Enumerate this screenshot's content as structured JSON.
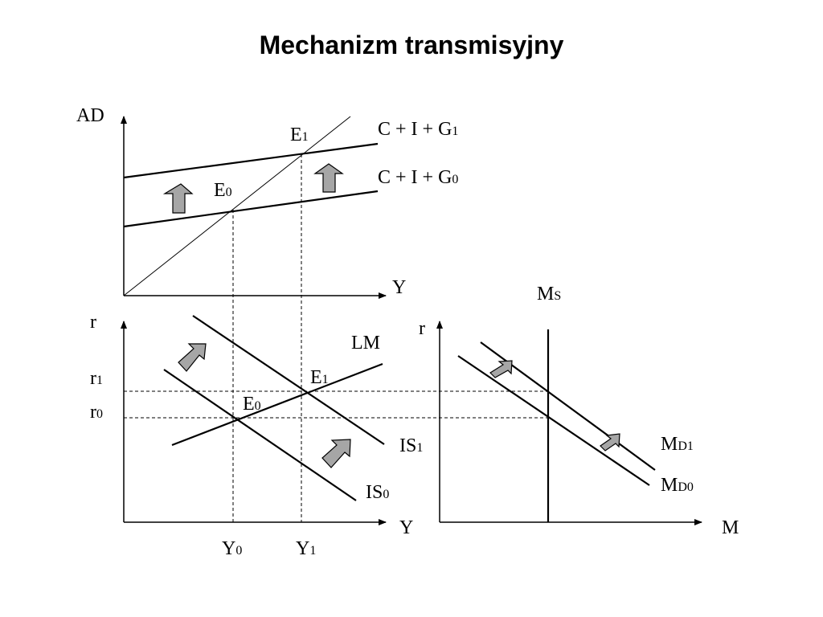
{
  "title": "Mechanizm transmisyjny",
  "labels": {
    "ad_axis": "AD",
    "y_axis_top": "Y",
    "cig1_main": "C + I + G",
    "cig1_sub": "1",
    "cig0_main": "C + I + G",
    "cig0_sub": "0",
    "e1_top_main": "E",
    "e1_top_sub": "1",
    "e0_top_main": "E",
    "e0_top_sub": "0",
    "r_axis_left": "r",
    "r1_main": "r",
    "r1_sub": "1",
    "r0_main": "r",
    "r0_sub": "0",
    "lm": "LM",
    "e1_bottom_main": "E",
    "e1_bottom_sub": "1",
    "e0_bottom_main": "E",
    "e0_bottom_sub": "0",
    "is1_main": "IS",
    "is1_sub": "1",
    "is0_main": "IS",
    "is0_sub": "0",
    "y_axis_bottom": "Y",
    "y0_main": "Y",
    "y0_sub": "0",
    "y1_main": "Y",
    "y1_sub": "1",
    "ms_main": "M",
    "ms_sub": "S",
    "r_axis_right": "r",
    "md1_main": "M",
    "md1_sub": "D1",
    "md0_main": "M",
    "md0_sub": "D0",
    "m_axis": "M"
  },
  "colors": {
    "line": "#000000",
    "arrow_fill": "#a6a6a6"
  }
}
